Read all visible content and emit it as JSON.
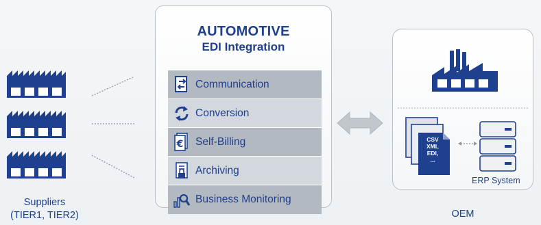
{
  "center": {
    "title_line1": "AUTOMOTIVE",
    "title_line2": "EDI Integration",
    "items": [
      {
        "label": "Communication",
        "icon": "document-transfer-icon"
      },
      {
        "label": "Conversion",
        "icon": "sync-arrows-icon"
      },
      {
        "label": "Self-Billing",
        "icon": "euro-invoice-icon"
      },
      {
        "label": "Archiving",
        "icon": "archive-lock-icon"
      },
      {
        "label": "Business Monitoring",
        "icon": "chart-magnifier-icon"
      }
    ]
  },
  "suppliers": {
    "label_line1": "Suppliers",
    "label_line2": "(TIER1, TIER2)",
    "factory_icon": "factory-icon"
  },
  "oem": {
    "label": "OEM",
    "factory_icon": "factory-icon",
    "doc_lines": [
      "CSV",
      "XML",
      "EDI,"
    ],
    "doc_trailing": "...",
    "erp_label": "ERP System"
  },
  "colors": {
    "brand_blue": "#1f3f8f",
    "row_gray_dark": "#b3b9c1",
    "row_gray_light": "#d3d8de",
    "arrow_gray": "#c2c7cd"
  }
}
